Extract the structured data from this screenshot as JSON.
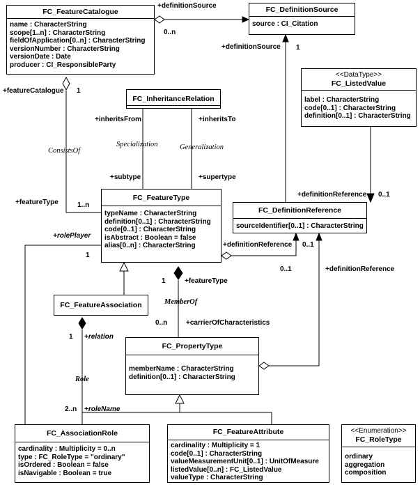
{
  "classes": {
    "feature_catalogue": {
      "name": "FC_FeatureCatalogue",
      "attributes": [
        "name : CharacterString",
        "scope[1..n] : CharacterString",
        "fieldOfApplication[0..n] : CharacterString",
        "versionNumber : CharacterString",
        "versionDate : Date",
        "producer : CI_ResponsibleParty"
      ]
    },
    "definition_source": {
      "name": "FC_DefinitionSource",
      "attributes": [
        "source : CI_Citation"
      ]
    },
    "inheritance_relation": {
      "name": "FC_InheritanceRelation",
      "attributes": []
    },
    "listed_value": {
      "stereotype": "<<DataType>>",
      "name": "FC_ListedValue",
      "attributes": [
        "label : CharacterString",
        "code[0..1] : CharacterString",
        "definition[0..1] : CharacterString"
      ]
    },
    "feature_type": {
      "name": "FC_FeatureType",
      "attributes": [
        "typeName : CharacterString",
        "definition[0..1] : CharacterString",
        "code[0..1] : CharacterString",
        "isAbstract : Boolean = false",
        "alias[0..n] : CharacterString"
      ]
    },
    "definition_reference": {
      "name": "FC_DefinitionReference",
      "attributes": [
        "sourceIdentifier[0..1] : CharacterString"
      ]
    },
    "feature_association": {
      "name": "FC_FeatureAssociation"
    },
    "property_type": {
      "name": "FC_PropertyType",
      "attributes": [
        "memberName : CharacterString",
        "definition[0..1] : CharacterString"
      ]
    },
    "association_role": {
      "name": "FC_AssociationRole",
      "attributes": [
        "cardinality : Multiplicity = 0..n",
        "type : FC_RoleType = \"ordinary\"",
        "isOrdered : Boolean = false",
        "isNavigable : Boolean = true"
      ]
    },
    "feature_attribute": {
      "name": "FC_FeatureAttribute",
      "attributes": [
        "cardinality : Multiplicity = 1",
        "code[0..1] : CharacterString",
        "valueMeasurementUnit[0..1] : UnitOfMeasure",
        "listedValue[0..n] : FC_ListedValue",
        "valueType : CharacterString"
      ]
    },
    "role_type": {
      "stereotype": "<<Enumeration>>",
      "name": "FC_RoleType",
      "attributes": [
        "ordinary",
        "aggregation",
        "composition"
      ]
    }
  },
  "labels": {
    "definition_source_role_top": "+definitionSource",
    "mult_0n_top": "0..n",
    "definition_source_role_right": "+definitionSource",
    "mult_1_right": "1",
    "feature_catalogue_role": "+featureCatalogue",
    "mult_1_fc": "1",
    "inherits_from": "+inheritsFrom",
    "inherits_to": "+inheritsTo",
    "specialization": "Specialization",
    "generalization": "Generalization",
    "consists_of": "ConsistsOf",
    "subtype": "+subtype",
    "supertype": "+supertype",
    "definition_reference_role_a": "+definitionReference",
    "mult_01_a": "0..1",
    "feature_type_role_left": "+featureType",
    "mult_1n": "1..n",
    "role_player": "+rolePlayer",
    "mult_1_rp": "1",
    "definition_reference_role_b": "+definitionReference",
    "mult_01_b": "0..1",
    "mult_01_c": "0..1",
    "definition_reference_role_c": "+definitionReference",
    "mult_1_member": "1",
    "feature_type_role_member": "+featureType",
    "member_of": "MemberOf",
    "mult_0n_member": "0..n",
    "carrier_of_characteristics": "+carrierOfCharacteristics",
    "mult_1_relation": "1",
    "relation": "+relation",
    "role": "Role",
    "mult_2n": "2..n",
    "role_name": "+roleName"
  }
}
